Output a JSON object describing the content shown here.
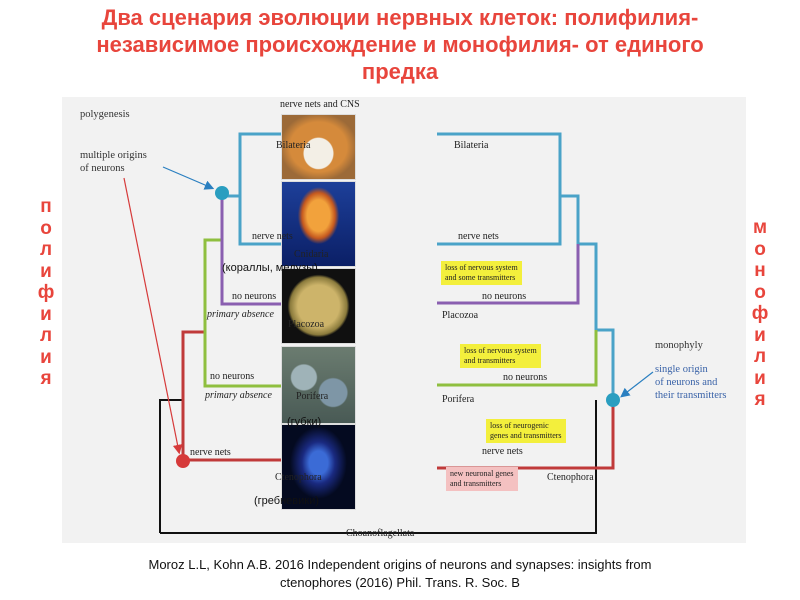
{
  "slide": {
    "title_line1": "Два сценария эволюции нервных клеток: полифилия-",
    "title_line2": "независимое происхождение и монофилия- от единого",
    "title_line3": "предка",
    "left_vertical": [
      "п",
      "о",
      "л",
      "и",
      "ф",
      "и",
      "л",
      "и",
      "я"
    ],
    "right_vertical": [
      "м",
      "о",
      "н",
      "о",
      "ф",
      "и",
      "л",
      "и",
      "я"
    ],
    "reference_line1": "Moroz L.L, Kohn A.B. 2016 Independent origins of neurons and synapses: insights from",
    "reference_line2": "ctenophores (2016) Phil. Trans. R. Soc. B"
  },
  "figure": {
    "top_label": "nerve nets and CNS",
    "bottom_label": "Choanoflagellata",
    "left": {
      "heading": "polygenesis",
      "note_line1": "multiple origins",
      "note_line2": "of neurons",
      "bilateria": "Bilateria",
      "nerve_nets_cnidaria": "nerve nets",
      "cnidaria": "Cnidaria",
      "no_neurons_placozoa": "no neurons",
      "primary_absence_1": "primary absence",
      "placozoa": "Placozoa",
      "no_neurons_porifera": "no neurons",
      "porifera": "Porifera",
      "primary_absence_2": "primary absence",
      "nerve_nets_ctenophora": "nerve nets",
      "ctenophora": "Ctenophora"
    },
    "right": {
      "bilateria": "Bilateria",
      "nerve_nets": "nerve nets",
      "box1_line1": "loss of nervous system",
      "box1_line2": "and some transmitters",
      "no_neurons_1": "no neurons",
      "placozoa": "Placozoa",
      "box2_line1": "loss of nervous system",
      "box2_line2": "and transmitters",
      "no_neurons_2": "no neurons",
      "porifera": "Porifera",
      "box3_line1": "loss of neurogenic",
      "box3_line2": "genes and transmitters",
      "nerve_nets_2": "nerve nets",
      "box4_line1": "new neuronal genes",
      "box4_line2": "and transmitters",
      "ctenophora": "Ctenophora",
      "heading": "monophyly",
      "note_line1": "single origin",
      "note_line2": "of neurons and",
      "note_line3": "their transmitters"
    },
    "russian": {
      "cnidaria": "(кораллы, медузы)",
      "porifera": "(губки)",
      "ctenophora": "(гребневики)"
    }
  }
}
